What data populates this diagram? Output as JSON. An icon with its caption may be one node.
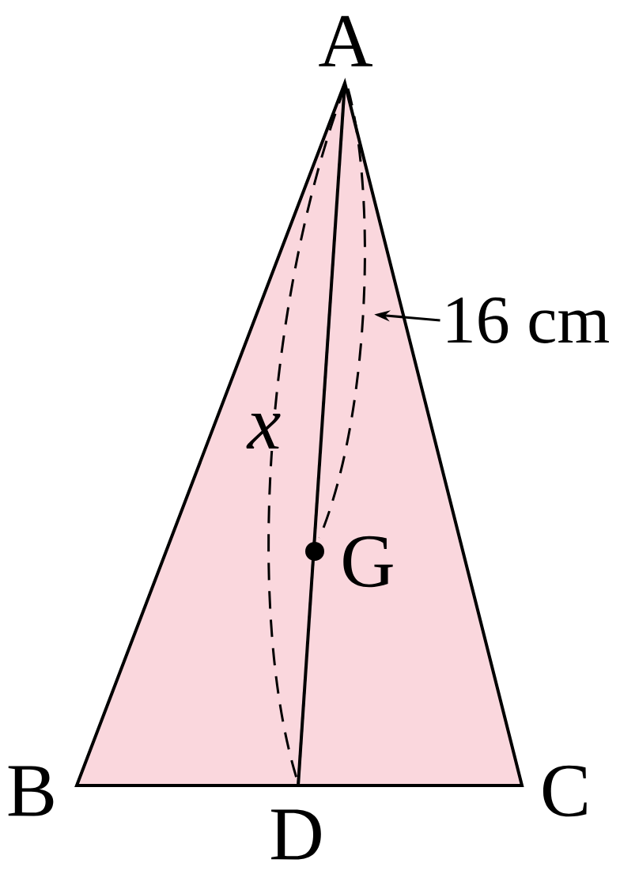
{
  "diagram": {
    "nodes": [
      {
        "text": [
          "16 cm"
        ]
      },
      {
        "text": [],
        "shape": "arc"
      }
    ],
    "edges": [
      {
        "from": 0,
        "to": 1,
        "arrow": "to"
      }
    ],
    "labels": [
      "A",
      "B",
      "C",
      "D",
      "G",
      "x"
    ]
  }
}
